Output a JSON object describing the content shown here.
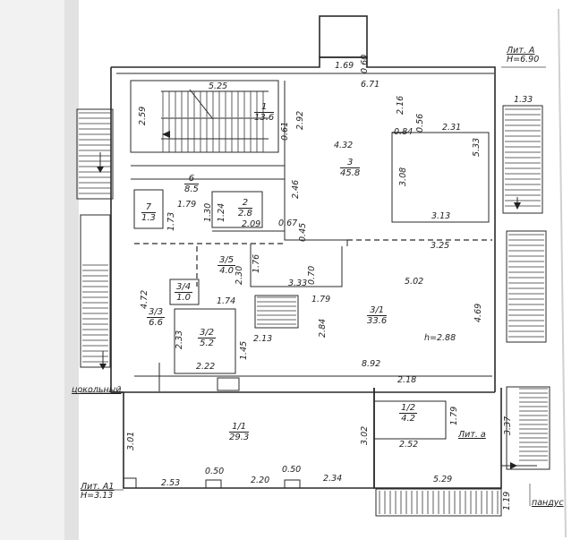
{
  "rooms": [
    {
      "number": "1",
      "area": "13.6"
    },
    {
      "number": "3",
      "area": "45.8"
    },
    {
      "number": "6",
      "area": "8.5"
    },
    {
      "number": "7",
      "area": "1.3"
    },
    {
      "number": "2",
      "area": "2.8"
    },
    {
      "number": "3/5",
      "area": "4.0"
    },
    {
      "number": "3/4",
      "area": "1.0"
    },
    {
      "number": "3/3",
      "area": "6.6"
    },
    {
      "number": "3/2",
      "area": "5.2"
    },
    {
      "number": "3/1",
      "area": "33.6"
    },
    {
      "number": "1/1",
      "area": "29.3"
    },
    {
      "number": "1/2",
      "area": "4.2"
    }
  ],
  "dimensions": {
    "d169": "1.69",
    "d060": "0.60",
    "d671": "6.71",
    "d525": "5.25",
    "d259": "2.59",
    "d292": "2.92",
    "d061": "0.61",
    "d432": "4.32",
    "d216": "2.16",
    "d056": "0.56",
    "d084": "0.84",
    "d231": "2.31",
    "d533": "5.33",
    "d308": "3.08",
    "d313": "3.13",
    "d246": "2.46",
    "d179a": "1.79",
    "d173": "1.73",
    "d130": "1.30",
    "d124": "1.24",
    "d209": "2.09",
    "d067": "0.67",
    "d045": "0.45",
    "d325": "3.25",
    "d502": "5.02",
    "d472": "4.72",
    "d230": "2.30",
    "d176": "1.76",
    "d333": "3.33",
    "d070": "0.70",
    "d179b": "1.79",
    "d174": "1.74",
    "d469": "4.69",
    "d233": "2.33",
    "d213": "2.13",
    "d284": "2.84",
    "d145": "1.45",
    "d222": "2.22",
    "d892": "8.92",
    "d218": "2.18",
    "d179c": "1.79",
    "d337": "3.37",
    "d301": "3.01",
    "d302": "3.02",
    "d252": "2.52",
    "d253": "2.53",
    "d050a": "0.50",
    "d220": "2.20",
    "d050b": "0.50",
    "d234": "2.34",
    "d529": "5.29",
    "d119": "1.19",
    "d133": "1.33"
  },
  "notes": {
    "height_main": "h=2.88",
    "lit_a_title": "Лит. А",
    "lit_a_height": "Н=6.90",
    "lit_a1_title": "Лит. А1",
    "lit_a1_height": "Н=3.13",
    "lit_a_small": "Лит. а",
    "basement": "цокольный",
    "ramp": "пандус"
  }
}
